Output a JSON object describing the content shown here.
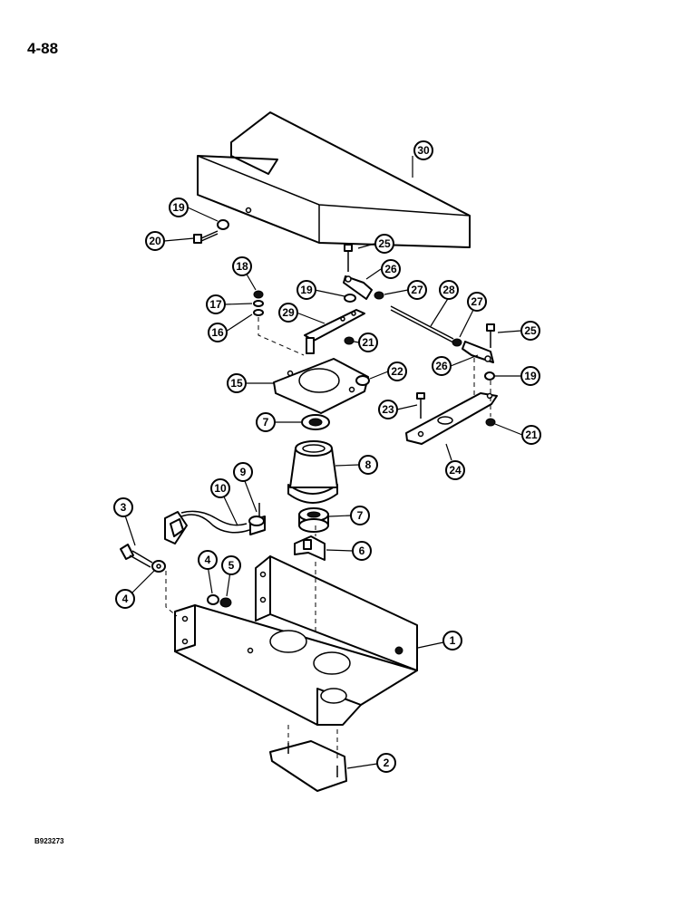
{
  "page": {
    "number": "4-88",
    "figure_code": "B923273"
  },
  "callouts": [
    {
      "id": "c30",
      "label": "30"
    },
    {
      "id": "c19a",
      "label": "19"
    },
    {
      "id": "c20",
      "label": "20"
    },
    {
      "id": "c25a",
      "label": "25"
    },
    {
      "id": "c26a",
      "label": "26"
    },
    {
      "id": "c18",
      "label": "18"
    },
    {
      "id": "c19b",
      "label": "19"
    },
    {
      "id": "c27a",
      "label": "27"
    },
    {
      "id": "c28",
      "label": "28"
    },
    {
      "id": "c27b",
      "label": "27"
    },
    {
      "id": "c17",
      "label": "17"
    },
    {
      "id": "c29",
      "label": "29"
    },
    {
      "id": "c16",
      "label": "16"
    },
    {
      "id": "c21a",
      "label": "21"
    },
    {
      "id": "c25b",
      "label": "25"
    },
    {
      "id": "c26b",
      "label": "26"
    },
    {
      "id": "c22",
      "label": "22"
    },
    {
      "id": "c19c",
      "label": "19"
    },
    {
      "id": "c15",
      "label": "15"
    },
    {
      "id": "c23",
      "label": "23"
    },
    {
      "id": "c7a",
      "label": "7"
    },
    {
      "id": "c21b",
      "label": "21"
    },
    {
      "id": "c8",
      "label": "8"
    },
    {
      "id": "c24",
      "label": "24"
    },
    {
      "id": "c9",
      "label": "9"
    },
    {
      "id": "c10",
      "label": "10"
    },
    {
      "id": "c3",
      "label": "3"
    },
    {
      "id": "c7b",
      "label": "7"
    },
    {
      "id": "c6",
      "label": "6"
    },
    {
      "id": "c4a",
      "label": "4"
    },
    {
      "id": "c5",
      "label": "5"
    },
    {
      "id": "c4b",
      "label": "4"
    },
    {
      "id": "c1",
      "label": "1"
    },
    {
      "id": "c2",
      "label": "2"
    }
  ]
}
